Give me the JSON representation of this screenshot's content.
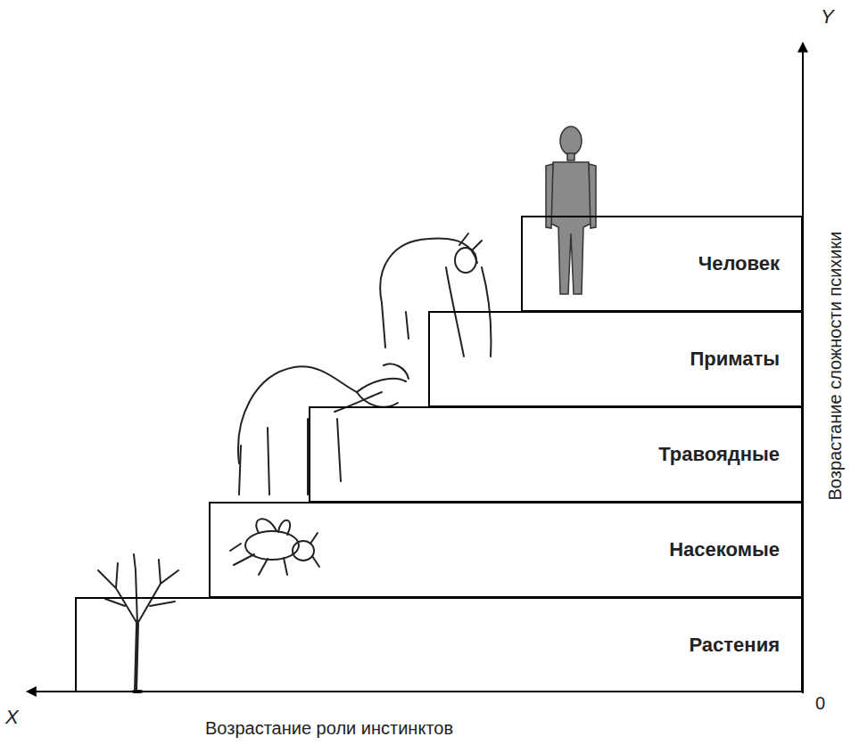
{
  "diagram": {
    "nodes": [
      {
        "text": [
          "Человек"
        ]
      },
      {
        "text": [
          "Приматы"
        ]
      },
      {
        "text": [
          "Травоядные"
        ]
      },
      {
        "text": [
          "Насекомые"
        ]
      },
      {
        "text": [
          "Растения"
        ]
      }
    ],
    "labels": [
      "Y",
      "0",
      "Возрастание сложности психики",
      "X",
      "Возрастание роли инстинктов"
    ]
  }
}
